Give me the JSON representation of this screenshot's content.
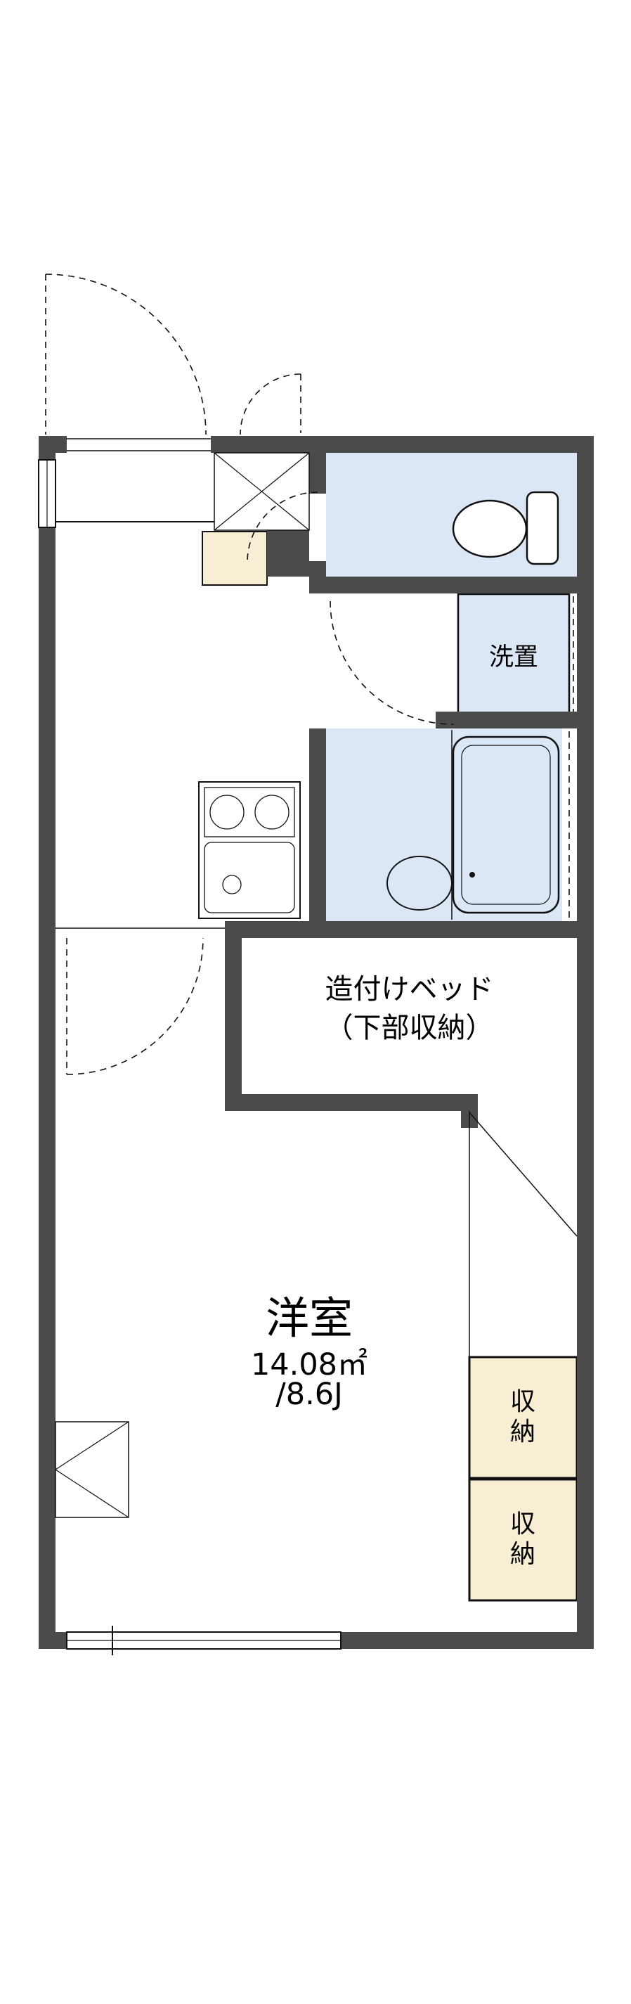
{
  "floorplan": {
    "colors": {
      "wall": "#4b4b4b",
      "wet_area": "#dbe7f4",
      "storage": "#f7eed3",
      "line": "#111111",
      "paper": "#ffffff"
    },
    "labels": {
      "laundry": "洗置",
      "bed_line1": "造付けベッド",
      "bed_line2": "（下部収納）",
      "room_name": "洋室",
      "room_area_m2": "14.08㎡",
      "room_area_jo": "/8.6J",
      "storage_top": "収納",
      "storage_bottom": "収納"
    }
  }
}
